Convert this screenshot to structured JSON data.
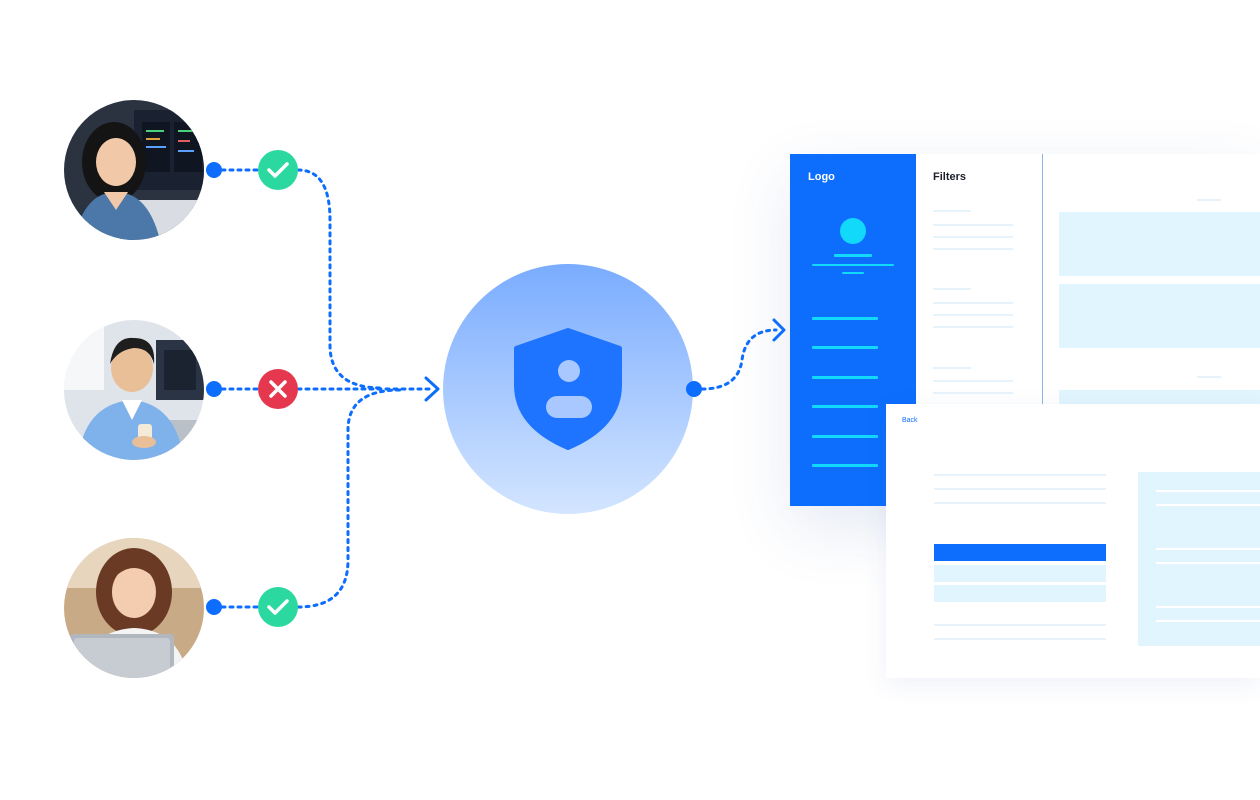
{
  "colors": {
    "accent": "#0d6efd",
    "accent_light": "#12d8fa",
    "success": "#2bd9a0",
    "error": "#e5384e",
    "hub_gradient_top": "#7aacff",
    "hub_gradient_bottom": "#cfe2ff",
    "placeholder_fill": "#e1f5fe"
  },
  "users": [
    {
      "name": "user-avatar-1",
      "status": "approved",
      "status_icon": "check-icon"
    },
    {
      "name": "user-avatar-2",
      "status": "denied",
      "status_icon": "x-icon"
    },
    {
      "name": "user-avatar-3",
      "status": "approved",
      "status_icon": "check-icon"
    }
  ],
  "hub": {
    "icon": "shield-user-icon"
  },
  "app": {
    "logo_label": "Logo",
    "filters_title": "Filters",
    "back_label": "Back",
    "nav_items": 6
  }
}
